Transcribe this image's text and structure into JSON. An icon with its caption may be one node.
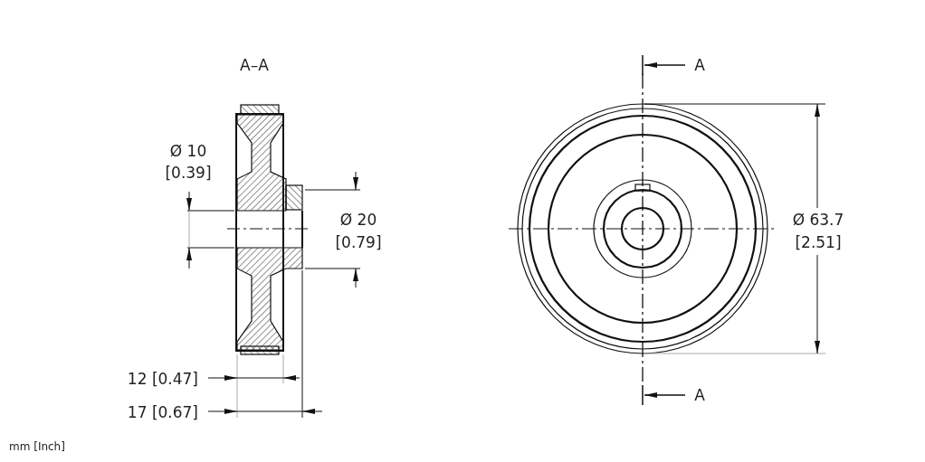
{
  "diagram": {
    "labels": [
      "A–A",
      "Ø 10",
      "[0.39]",
      "Ø 20",
      "[0.79]",
      "12 [0.47]",
      "17 [0.67]",
      "A",
      "Ø 63.7",
      "[2.51]",
      "A",
      "mm [Inch]"
    ]
  }
}
